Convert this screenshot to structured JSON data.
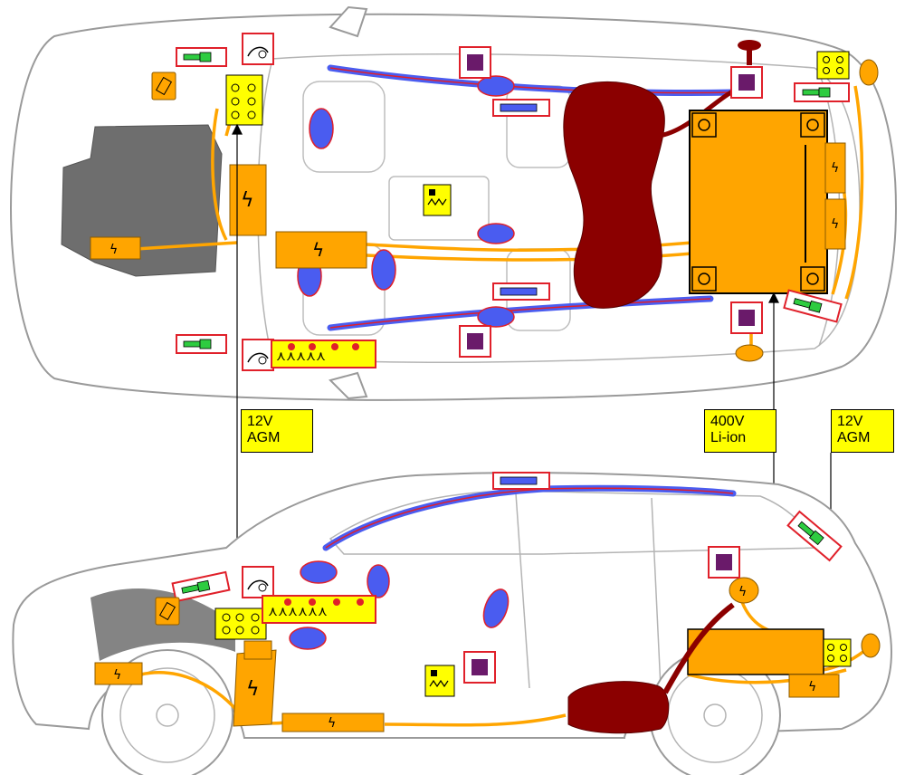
{
  "labels": {
    "battery_12v_front": {
      "line1": "12V",
      "line2": "AGM"
    },
    "battery_400v": {
      "line1": "400V",
      "line2": "Li-ion"
    },
    "battery_12v_rear": {
      "line1": "12V",
      "line2": "AGM"
    }
  },
  "colors": {
    "high_voltage": "#ffa500",
    "high_voltage_outline": "#8b5a00",
    "fuel_tank": "#8b0000",
    "airbag": "#4a5cf0",
    "gas_strut": "#6a1a6a",
    "warning_yellow": "#ffff00",
    "callout_red": "#e0202a",
    "pretensioner_green": "#2ecc40",
    "car_outline": "#9a9a9a",
    "engine_grey": "#6e6e6e"
  },
  "icons": {
    "high_voltage_symbol": "lightning-bolt-icon",
    "airbag": "airbag-icon",
    "seatbelt_pretensioner": "pretensioner-icon",
    "gas_strut": "gas-strut-icon",
    "control_unit": "control-unit-icon",
    "battery": "battery-icon",
    "hood_sensor": "hood-sensor-icon",
    "fuse": "fuse-icon"
  }
}
